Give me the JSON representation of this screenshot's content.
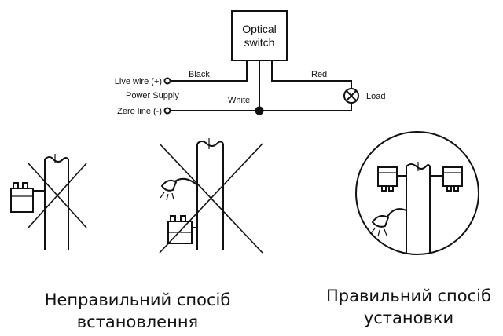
{
  "wiring": {
    "switch_label_line1": "Optical",
    "switch_label_line2": "switch",
    "live_wire": "Live wire (+)",
    "power_supply": "Power Supply",
    "zero_line": "Zero line (-)",
    "black": "Black",
    "white": "White",
    "red": "Red",
    "load": "Load"
  },
  "captions": {
    "wrong_line1": "Неправильний  спосіб",
    "wrong_line2": "встановлення",
    "right_line1": "Правильний спосіб",
    "right_line2": "установки"
  }
}
